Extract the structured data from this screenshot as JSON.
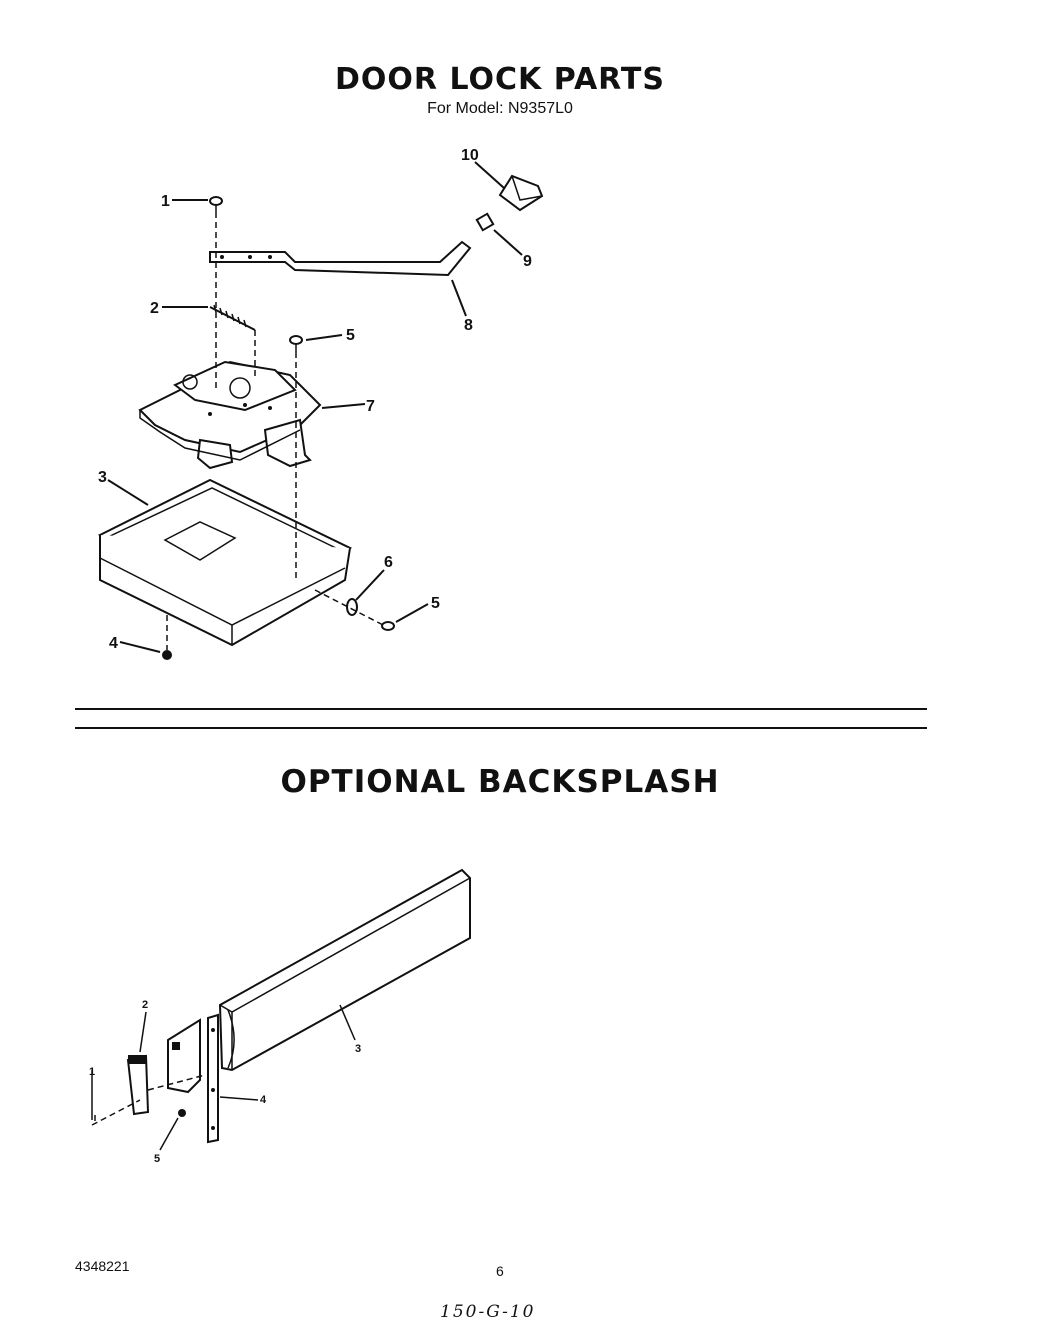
{
  "section1": {
    "title": "DOOR LOCK PARTS",
    "subtitle": "For Model: N9357L0",
    "callouts": [
      "1",
      "2",
      "3",
      "4",
      "5",
      "5",
      "6",
      "7",
      "8",
      "9",
      "10"
    ]
  },
  "section2": {
    "title": "OPTIONAL BACKSPLASH",
    "callouts": [
      "1",
      "2",
      "3",
      "4",
      "5"
    ]
  },
  "footer": {
    "doc_number": "4348221",
    "page_number": "6",
    "handwritten_note": "150-G-10"
  }
}
